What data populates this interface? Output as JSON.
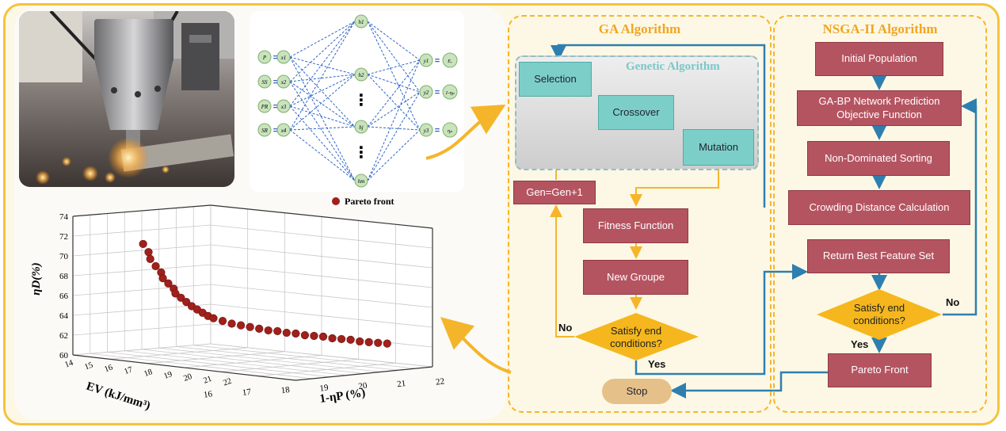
{
  "ga": {
    "title": "GA Algorithm",
    "subtitle": "Genetic Algorithm",
    "selection": "Selection",
    "crossover": "Crossover",
    "mutation": "Mutation",
    "gen": "Gen=Gen+1",
    "fitness": "Fitness Function",
    "new_groupe": "New Groupe",
    "satisfy": "Satisfy end conditions?",
    "no": "No",
    "yes": "Yes",
    "stop": "Stop"
  },
  "nsga": {
    "title": "NSGA-II Algorithm",
    "initial": "Initial Population",
    "gabp": "GA-BP Network Prediction Objective Function",
    "nds": "Non-Dominated Sorting",
    "crowding": "Crowding Distance Calculation",
    "return_best": "Return Best Feature Set",
    "satisfy": "Satisfy end conditions?",
    "no": "No",
    "yes": "Yes",
    "pareto": "Pareto Front"
  },
  "network": {
    "inputs": [
      {
        "param": "P",
        "node": "x1"
      },
      {
        "param": "SS",
        "node": "x2"
      },
      {
        "param": "PR",
        "node": "x3"
      },
      {
        "param": "SR",
        "node": "x4"
      }
    ],
    "hidden": [
      "h1",
      "h2",
      "⋮",
      "hj",
      "⋮",
      "hm"
    ],
    "outputs": [
      {
        "node": "y1",
        "param": "Eᵥ"
      },
      {
        "node": "y2",
        "param": "1-ηₚ"
      },
      {
        "node": "y3",
        "param": "ηₚ"
      }
    ]
  },
  "chart_data": {
    "type": "scatter",
    "legend": "Pareto front",
    "zlabel": "ηD(%)",
    "xlabel": "EV (kJ/mm³)",
    "ylabel": "1-ηP (%)",
    "z_ticks": [
      "60",
      "62",
      "64",
      "66",
      "68",
      "70",
      "72",
      "74"
    ],
    "x_ticks": [
      "14",
      "15",
      "16",
      "17",
      "18",
      "19",
      "20",
      "21",
      "22"
    ],
    "y_ticks": [
      "16",
      "17",
      "18",
      "19",
      "20",
      "21",
      "22"
    ],
    "zlim": [
      60,
      74
    ],
    "points": [
      {
        "ev": 17.0,
        "loss": 16.5,
        "eta": 71.0
      },
      {
        "ev": 17.1,
        "loss": 16.6,
        "eta": 70.2
      },
      {
        "ev": 17.2,
        "loss": 16.6,
        "eta": 69.5
      },
      {
        "ev": 17.3,
        "loss": 16.7,
        "eta": 68.8
      },
      {
        "ev": 17.4,
        "loss": 16.8,
        "eta": 68.2
      },
      {
        "ev": 17.5,
        "loss": 16.8,
        "eta": 67.6
      },
      {
        "ev": 17.6,
        "loss": 16.9,
        "eta": 67.1
      },
      {
        "ev": 17.7,
        "loss": 17.0,
        "eta": 66.6
      },
      {
        "ev": 17.8,
        "loss": 17.0,
        "eta": 66.1
      },
      {
        "ev": 17.9,
        "loss": 17.1,
        "eta": 65.7
      },
      {
        "ev": 18.0,
        "loss": 17.2,
        "eta": 65.3
      },
      {
        "ev": 18.1,
        "loss": 17.3,
        "eta": 64.9
      },
      {
        "ev": 18.2,
        "loss": 17.4,
        "eta": 64.6
      },
      {
        "ev": 18.3,
        "loss": 17.5,
        "eta": 64.3
      },
      {
        "ev": 18.4,
        "loss": 17.6,
        "eta": 64.0
      },
      {
        "ev": 18.5,
        "loss": 17.7,
        "eta": 63.8
      },
      {
        "ev": 18.6,
        "loss": 17.9,
        "eta": 63.6
      },
      {
        "ev": 18.7,
        "loss": 18.1,
        "eta": 63.4
      },
      {
        "ev": 18.8,
        "loss": 18.3,
        "eta": 63.3
      },
      {
        "ev": 18.9,
        "loss": 18.5,
        "eta": 63.2
      },
      {
        "ev": 19.0,
        "loss": 18.7,
        "eta": 63.1
      },
      {
        "ev": 19.1,
        "loss": 18.9,
        "eta": 63.0
      },
      {
        "ev": 19.2,
        "loss": 19.1,
        "eta": 63.0
      },
      {
        "ev": 19.3,
        "loss": 19.3,
        "eta": 62.9
      },
      {
        "ev": 19.4,
        "loss": 19.5,
        "eta": 62.9
      },
      {
        "ev": 19.5,
        "loss": 19.7,
        "eta": 62.8
      },
      {
        "ev": 19.6,
        "loss": 19.9,
        "eta": 62.8
      },
      {
        "ev": 19.7,
        "loss": 20.1,
        "eta": 62.8
      },
      {
        "ev": 19.8,
        "loss": 20.3,
        "eta": 62.7
      },
      {
        "ev": 19.9,
        "loss": 20.5,
        "eta": 62.7
      },
      {
        "ev": 20.0,
        "loss": 20.7,
        "eta": 62.7
      },
      {
        "ev": 20.1,
        "loss": 20.9,
        "eta": 62.6
      },
      {
        "ev": 20.2,
        "loss": 21.1,
        "eta": 62.6
      },
      {
        "ev": 20.3,
        "loss": 21.3,
        "eta": 62.6
      },
      {
        "ev": 20.4,
        "loss": 21.5,
        "eta": 62.6
      }
    ]
  },
  "colors": {
    "frame": "#f5c33b",
    "orange_arrow": "#f5b52b",
    "blue_arrow": "#2e7fb0",
    "red_box": "#b55461",
    "teal_box": "#7ccfc8",
    "stop_box": "#e6c089",
    "decision": "#f5b71d",
    "point": "#a0201c"
  }
}
